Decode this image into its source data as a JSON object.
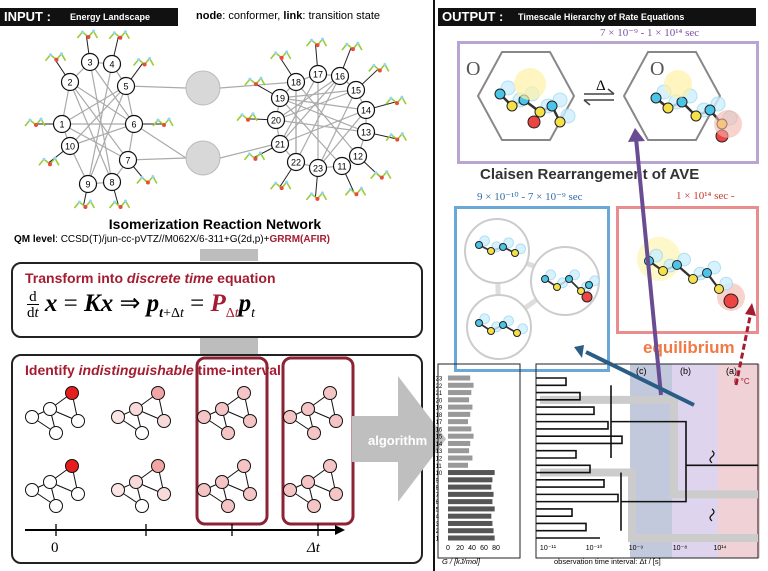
{
  "input_header": {
    "label": "INPUT :",
    "title": "Energy Landscape"
  },
  "legend": {
    "node_key": "node",
    "node_val": ": conformer, ",
    "link_key": "link",
    "link_val": ": transition state"
  },
  "network": {
    "title": "Isomerization Reaction Network",
    "ql_label": "QM level",
    "ql_text": ": CCSD(T)/jun-cc-pVTZ//M062X/6-311+G(2d,p)+",
    "ql_accent": "GRRM(AFIR)",
    "node_labels": [
      "1",
      "2",
      "3",
      "4",
      "5",
      "6",
      "7",
      "8",
      "9",
      "10",
      "11",
      "12",
      "13",
      "14",
      "15",
      "16",
      "17",
      "18",
      "19",
      "20",
      "21",
      "22",
      "23"
    ]
  },
  "transform": {
    "prefix": "Transform into ",
    "em": "discrete time",
    "suffix": " equation"
  },
  "identify": {
    "prefix": "Identify ",
    "em": "indistinguishable",
    "suffix": " time-interval"
  },
  "timeline": {
    "zero": "0",
    "dt": "Δt"
  },
  "algorithm": {
    "label": "algorithm"
  },
  "output_header": {
    "label": "OUTPUT :",
    "title": "Timescale Hierarchy of Rate Equations"
  },
  "claisen": {
    "range": "7 × 10⁻⁹ - 1 × 10¹⁴ sec",
    "label": "Claisen Rearrangement of AVE",
    "left_o": "O",
    "right_o": "O",
    "arrow_label": "Δ"
  },
  "blue_panel": {
    "range": "9 × 10⁻¹⁰ - 7 × 10⁻⁹ sec"
  },
  "red_panel": {
    "range": "1 × 10¹⁴ sec -",
    "label": "equilibrium"
  },
  "dendro": {
    "markers": [
      "(c)",
      "(b)",
      "(a)"
    ],
    "temp": "0 °C",
    "y_ticks": [
      "23",
      "22",
      "21",
      "20",
      "19",
      "18",
      "17",
      "16",
      "15",
      "14",
      "13",
      "12",
      "11",
      "10",
      "9",
      "8",
      "7",
      "6",
      "5",
      "4",
      "3",
      "2",
      "1"
    ],
    "g_ticks": [
      "0",
      "20",
      "40",
      "60",
      "80"
    ],
    "t_ticks": [
      "10⁻¹¹",
      "10⁻¹⁰",
      "10⁻⁹",
      "10⁻⁸",
      "10¹⁴"
    ],
    "g_label": "G / [kJ/mol]",
    "t_label": "observation time interval: Δt / [s]"
  },
  "colors": {
    "claisen_border": "#b7a6cf",
    "blue_border": "#6aa8d8",
    "red_border": "#e88e8e",
    "accent_red": "#a51c30",
    "equilibrium": "#f07a45",
    "band_c": "#b8bfd6",
    "band_b": "#d9cceb",
    "band_a": "#ecc9cf"
  }
}
